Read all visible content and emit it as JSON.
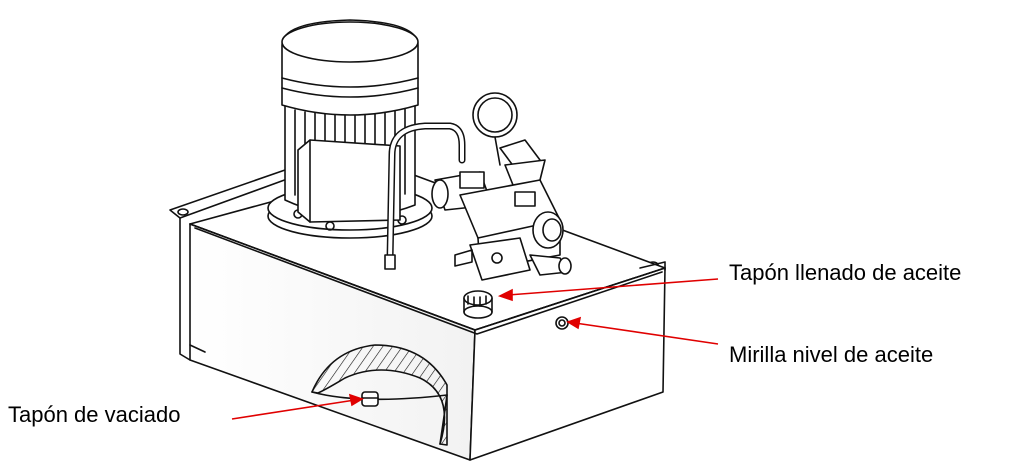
{
  "labels": {
    "fill_cap": "Tapón llenado de aceite",
    "sight_glass": "Mirilla nivel de aceite",
    "drain_plug": "Tapón de vaciado"
  },
  "colors": {
    "arrow": "#e00000",
    "line": "#111111",
    "background": "#ffffff"
  },
  "icons": [
    "hydraulic-power-unit-drawing",
    "arrow-icon"
  ]
}
